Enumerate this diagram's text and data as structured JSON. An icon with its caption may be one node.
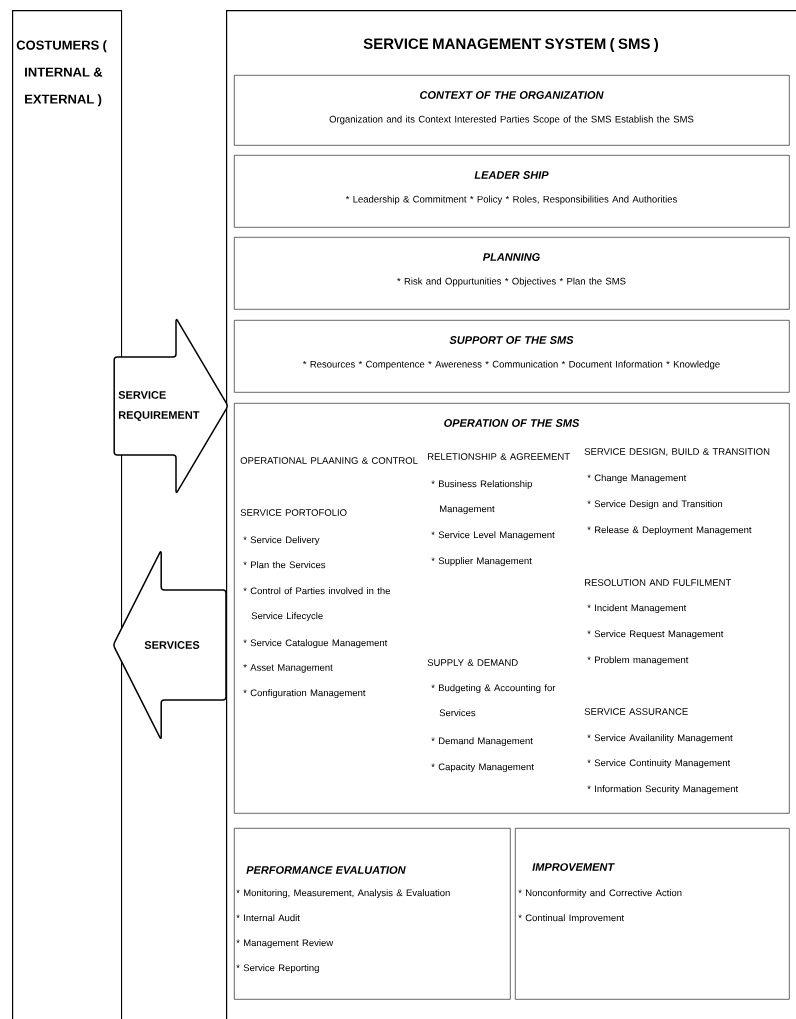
{
  "diagram": {
    "nodes": [
      {
        "text": [
          "COSTUMERS ( INTERNAL & EXTERNAL )"
        ]
      },
      {
        "text": [
          "SERVICE MANAGEMENT SYSTEM ( SMS )"
        ]
      },
      {
        "text": [
          "CONTEXT OF THE ORGANIZATION",
          "Organization and its Context Interested Parties Scope of the SMS Establish the SMS"
        ],
        "in": 1
      },
      {
        "text": [
          "LEADER SHIP",
          "* Leadership & Commitment * Policy * Roles, Responsibilities And Authorities"
        ],
        "in": 1
      },
      {
        "text": [
          "PLANNING",
          "* Risk and Oppurtunities * Objectives * Plan the SMS"
        ],
        "in": 1
      },
      {
        "text": [
          "SUPPORT OF THE SMS",
          "* Resources * Compentence * Awereness * Communication * Document Information * Knowledge"
        ],
        "in": 1
      },
      {
        "text": [
          "OPERATION OF THE SMS",
          "OPERATIONAL PLAANING & CONTROL",
          "SERVICE PORTOFOLIO",
          "* Service Delivery",
          "* Plan the Services",
          "* Control of Parties involved in the Service Lifecycle",
          "* Service Catalogue Management",
          "* Asset Management",
          "* Configuration Management",
          "RELETIONSHIP & AGREEMENT",
          "* Business Relationship Management",
          "* Service Level Management",
          "* Supplier Management",
          "SUPPLY & DEMAND",
          "* Budgeting & Accounting for Services",
          "* Demand Management",
          "* Capacity Management",
          "SERVICE DESIGN, BUILD & TRANSITION",
          "* Change Management",
          "* Service Design and Transition",
          "* Release & Deployment Management",
          "RESOLUTION AND FULFILMENT",
          "* Incident Management",
          "* Service Request Management",
          "* Problem management",
          "SERVICE ASSURANCE",
          "* Service Availanility Management",
          "* Service Continuity Management",
          "* Information Security Management"
        ],
        "in": 1
      },
      {
        "text": [
          "PERFORMANCE EVALUATION",
          "* Monitoring, Measurement, Analysis & Evaluation",
          "* Internal Audit",
          "* Management Review",
          "* Service Reporting"
        ],
        "in": 1
      },
      {
        "text": [
          "IMPROVEMENT",
          "* Nonconformity and Corrective Action",
          "* Continual Improvement"
        ],
        "in": 1
      }
    ],
    "edges": [
      {
        "from": 0,
        "to": 1,
        "arrow": "to",
        "label": "SERVICE REQUIREMENT"
      },
      {
        "from": 1,
        "to": 0,
        "arrow": "to",
        "label": "SERVICES"
      }
    ]
  }
}
